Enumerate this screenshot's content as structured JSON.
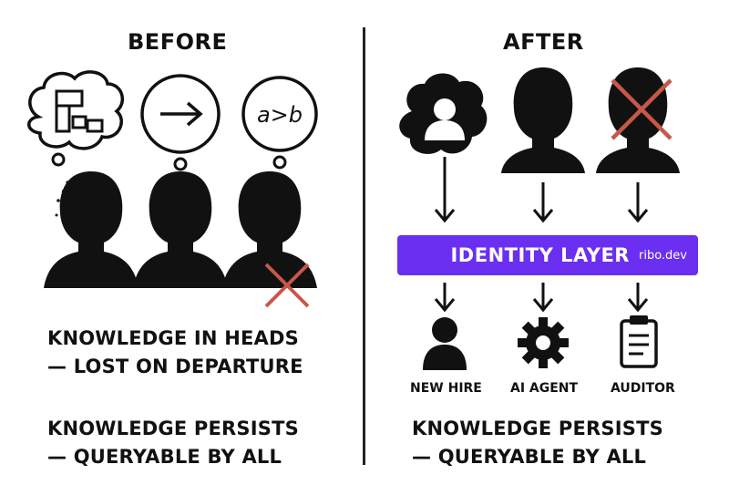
{
  "before": {
    "heading": "BEFORE",
    "bubble_text": "a>b",
    "caption_top": [
      "KNOWLEDGE IN HEADS",
      "— LOST ON DEPARTURE"
    ],
    "caption_bottom": [
      "KNOWLEDGE PERSISTS",
      "— QUERYABLE BY ALL"
    ]
  },
  "after": {
    "heading": "AFTER",
    "layer": {
      "title": "IDENTITY LAYER",
      "domain": "ribo.dev"
    },
    "roles": [
      "NEW HIRE",
      "AI AGENT",
      "AUDITOR"
    ],
    "caption": [
      "KNOWLEDGE PERSISTS",
      "— QUERYABLE BY ALL"
    ]
  },
  "colors": {
    "ink": "#111111",
    "accent": "#6a2ff0",
    "cross": "#c8574a"
  },
  "icons": [
    "thought-bubble-diagram-icon",
    "arrow-right-icon",
    "person-icon",
    "person-cloud-icon",
    "gear-icon",
    "clipboard-icon",
    "cross-icon",
    "arrow-down-icon"
  ]
}
